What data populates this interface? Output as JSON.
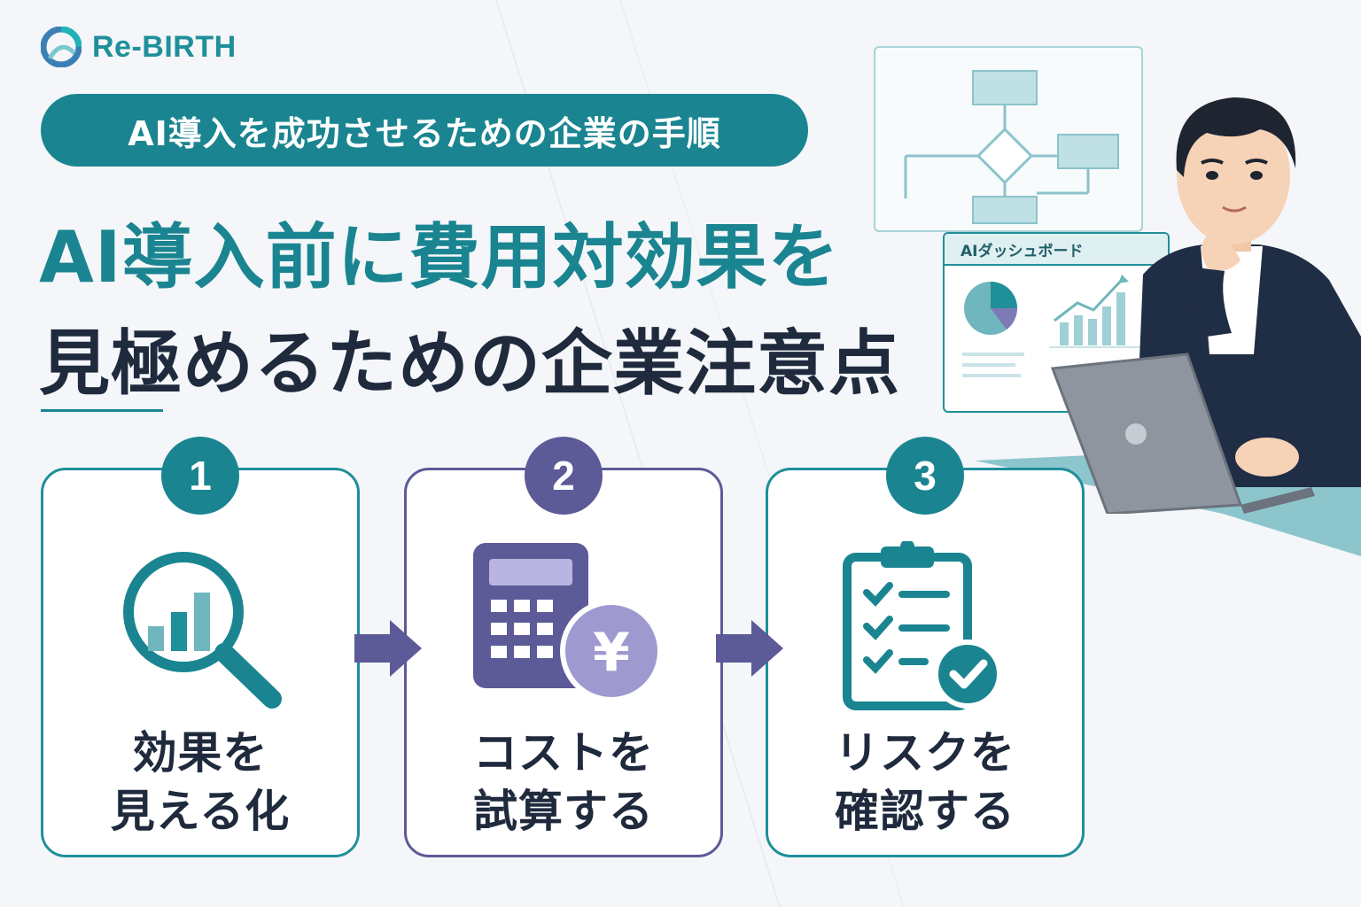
{
  "brand": {
    "name": "Re-BIRTH",
    "accent": "#1a8591",
    "secondary": "#5d5a98",
    "dark": "#1f2a3d"
  },
  "subtitle": "AI導入を成功させるための企業の手順",
  "title": {
    "line1": "AI導入前に費用対効果を",
    "line2": "見極めるための企業注意点"
  },
  "illustration": {
    "dashboard_title": "AIダッシュボード"
  },
  "steps": [
    {
      "number": "1",
      "line1": "効果を",
      "line2": "見える化",
      "icon": "magnifier-chart-icon"
    },
    {
      "number": "2",
      "line1": "コストを",
      "line2": "試算する",
      "icon": "calculator-yen-icon"
    },
    {
      "number": "3",
      "line1": "リスクを",
      "line2": "確認する",
      "icon": "clipboard-check-icon"
    }
  ]
}
